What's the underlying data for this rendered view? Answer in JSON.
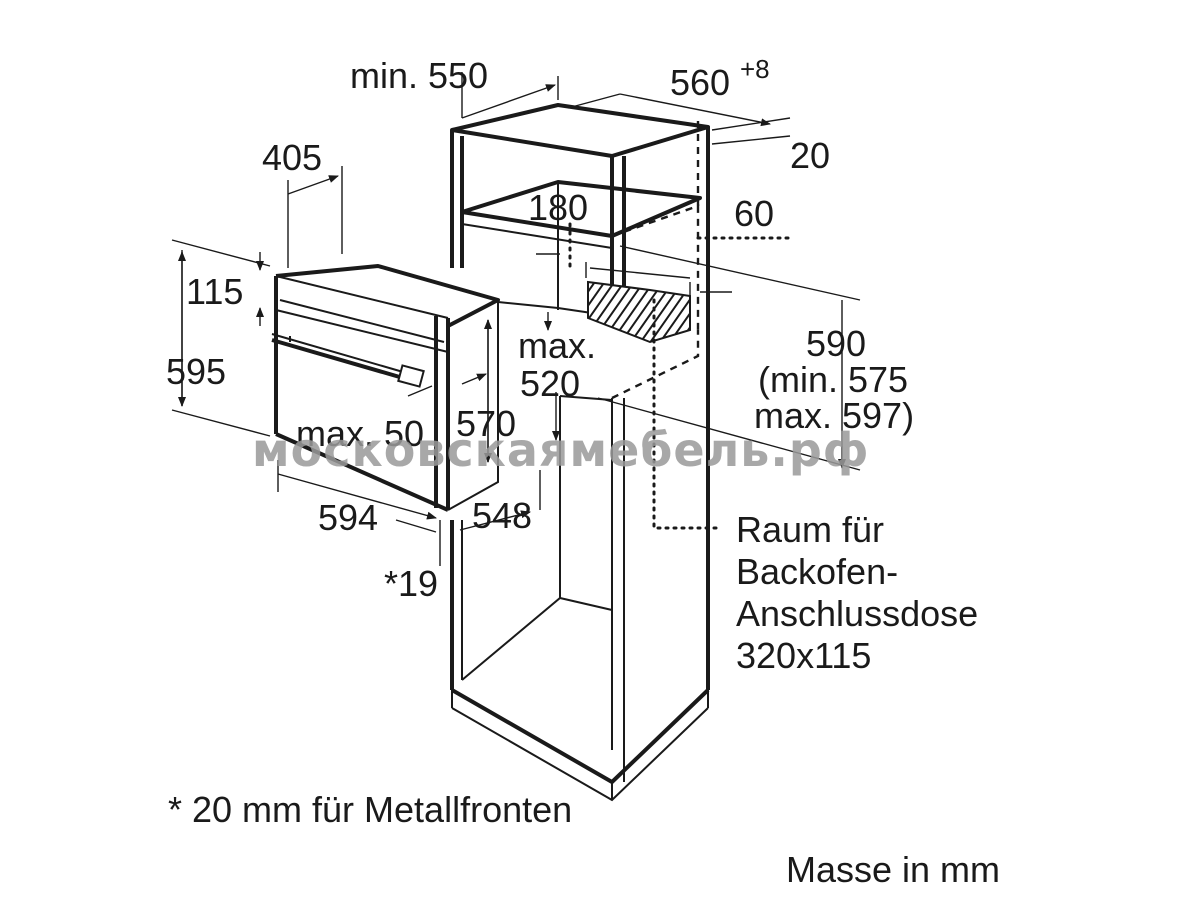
{
  "labels": {
    "min_550": "min. 550",
    "w560": "560",
    "w560_tol": "+8",
    "d20": "20",
    "d405": "405",
    "d180": "180",
    "d60": "60",
    "d115": "115",
    "d595": "595",
    "max": "max.",
    "d520": "520",
    "d590": "590",
    "min575": "(min. 575",
    "max597": "max. 597)",
    "max50": "max. 50",
    "d570": "570",
    "d594": "594",
    "d548": "548",
    "star19": "*19"
  },
  "notes": {
    "raum_line1": "Raum für",
    "raum_line2": "Backofen-",
    "raum_line3": "Anschlussdose",
    "raum_line4": "320x115",
    "metal_note": "* 20 mm für Metallfronten",
    "units": "Masse in mm"
  },
  "watermark": "московскаямебель.рф"
}
